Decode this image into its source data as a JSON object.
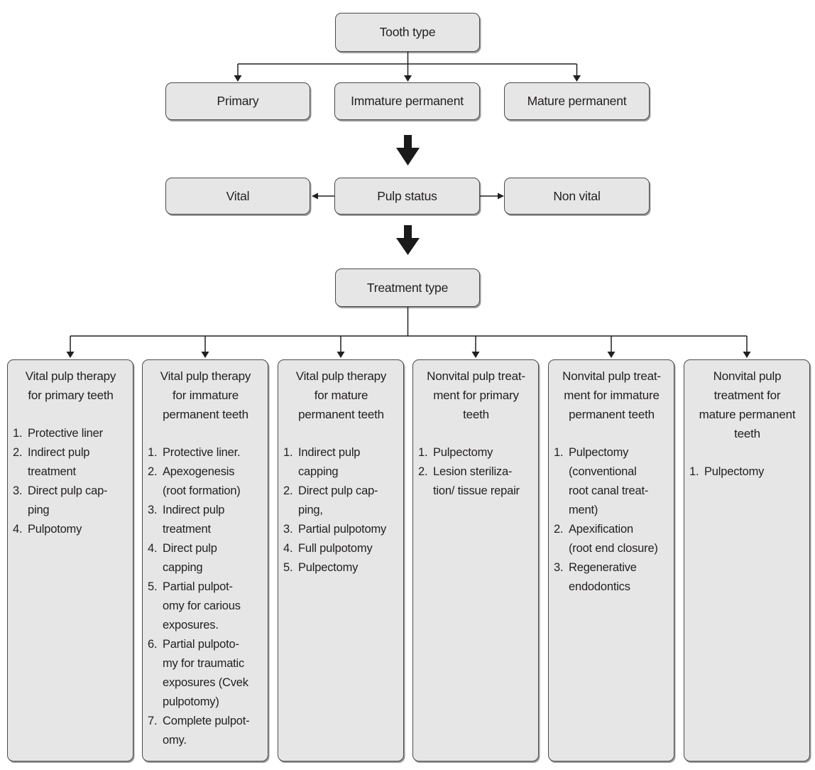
{
  "diagram": {
    "nodes": {
      "tooth_type": "Tooth type",
      "primary": "Primary",
      "immature_permanent": "Immature permanent",
      "mature_permanent": "Mature permanent",
      "vital": "Vital",
      "pulp_status": "Pulp status",
      "non_vital": "Non vital",
      "treatment_type": "Treatment type"
    },
    "columns": [
      {
        "title": "Vital pulp therapy\nfor primary teeth",
        "items": [
          {
            "num": "1.",
            "text": "Protective liner"
          },
          {
            "num": "2.",
            "text": "Indirect pulp\ntreatment"
          },
          {
            "num": "3.",
            "text": "Direct pulp cap-\nping"
          },
          {
            "num": "4.",
            "text": "Pulpotomy"
          }
        ]
      },
      {
        "title": "Vital pulp therapy\nfor immature\npermanent teeth",
        "items": [
          {
            "num": "1.",
            "text": "Protective liner."
          },
          {
            "num": "2.",
            "text": "Apexogenesis\n(root formation)"
          },
          {
            "num": "3.",
            "text": "Indirect pulp\ntreatment"
          },
          {
            "num": "4.",
            "text": "Direct pulp\ncapping"
          },
          {
            "num": "5.",
            "text": "Partial pulpot-\nomy for carious\nexposures."
          },
          {
            "num": "6.",
            "text": "Partial pulpoto-\nmy for traumatic\nexposures (Cvek\npulpotomy)"
          },
          {
            "num": "7.",
            "text": "Complete pulpot-\nomy."
          }
        ]
      },
      {
        "title": "Vital pulp therapy\nfor mature\npermanent teeth",
        "items": [
          {
            "num": "1.",
            "text": "Indirect pulp\ncapping"
          },
          {
            "num": "2.",
            "text": "Direct pulp cap-\nping,"
          },
          {
            "num": "3.",
            "text": "Partial pulpotomy"
          },
          {
            "num": "4.",
            "text": "Full pulpotomy"
          },
          {
            "num": "5.",
            "text": "Pulpectomy"
          }
        ]
      },
      {
        "title": "Nonvital pulp treat-\nment for primary\nteeth",
        "items": [
          {
            "num": "1.",
            "text": "Pulpectomy"
          },
          {
            "num": "2.",
            "text": "Lesion steriliza-\ntion/ tissue repair"
          }
        ]
      },
      {
        "title": "Nonvital pulp treat-\nment for immature\npermanent teeth",
        "items": [
          {
            "num": "1.",
            "text": "Pulpectomy\n(conventional\nroot canal treat-\nment)"
          },
          {
            "num": "2.",
            "text": "Apexification\n(root end closure)"
          },
          {
            "num": "3.",
            "text": "Regenerative\nendodontics"
          }
        ]
      },
      {
        "title": "Nonvital pulp\ntreatment for\nmature permanent\nteeth",
        "items": [
          {
            "num": "1.",
            "text": "Pulpectomy"
          }
        ]
      }
    ],
    "colors": {
      "box_fill": "#e6e6e6",
      "box_border": "#4a4a4c",
      "text": "#231f20",
      "line": "#231f20"
    }
  }
}
